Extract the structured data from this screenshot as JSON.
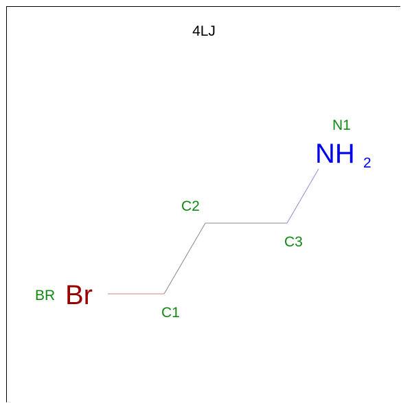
{
  "title": "4LJ",
  "colors": {
    "carbon_bond": "#888888",
    "bromine": "#990000",
    "bromine_bond": "#d08080",
    "nitrogen": "#0000ee",
    "nitrogen_bond": "#8a8ae6",
    "atom_name": "#118811"
  },
  "atoms": {
    "br": {
      "name": "BR",
      "element": "Br"
    },
    "c1": {
      "name": "C1"
    },
    "c2": {
      "name": "C2"
    },
    "c3": {
      "name": "C3"
    },
    "n1": {
      "name": "N1",
      "element": "NH",
      "subscript": "2"
    }
  }
}
